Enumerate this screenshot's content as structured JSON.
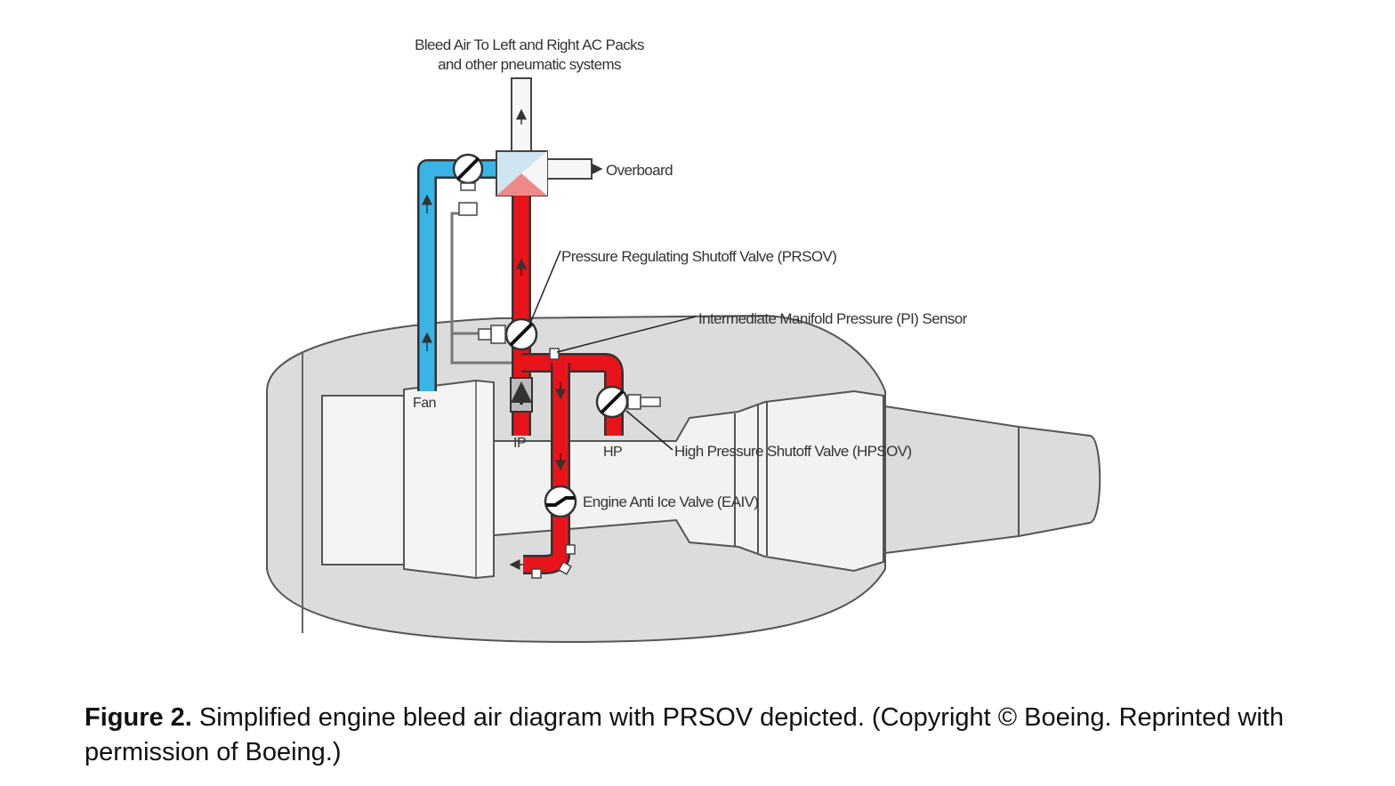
{
  "labels": {
    "bleed_air_line1": "Bleed Air To Left and Right AC Packs",
    "bleed_air_line2": "and other pneumatic systems",
    "overboard": "Overboard",
    "prsov": "Pressure Regulating Shutoff Valve (PRSOV)",
    "pi_sensor": "Intermediate Manifold Pressure (PI) Sensor",
    "fan": "Fan",
    "ip": "IP",
    "hp": "HP",
    "hpsov": "High Pressure Shutoff Valve (HPSOV)",
    "eaiv": "Engine Anti Ice Valve (EAIV)"
  },
  "caption": {
    "prefix": "Figure 2.",
    "text": " Simplified engine bleed air diagram with PRSOV depicted. (Copyright © Boeing. Reprinted with permission of Boeing.)"
  },
  "colors": {
    "hot_bleed_air": "#e8141a",
    "fan_air": "#3ab4e6",
    "nacelle": "#dcdcdc",
    "core": "#f2f2f2",
    "outline": "#555555"
  }
}
